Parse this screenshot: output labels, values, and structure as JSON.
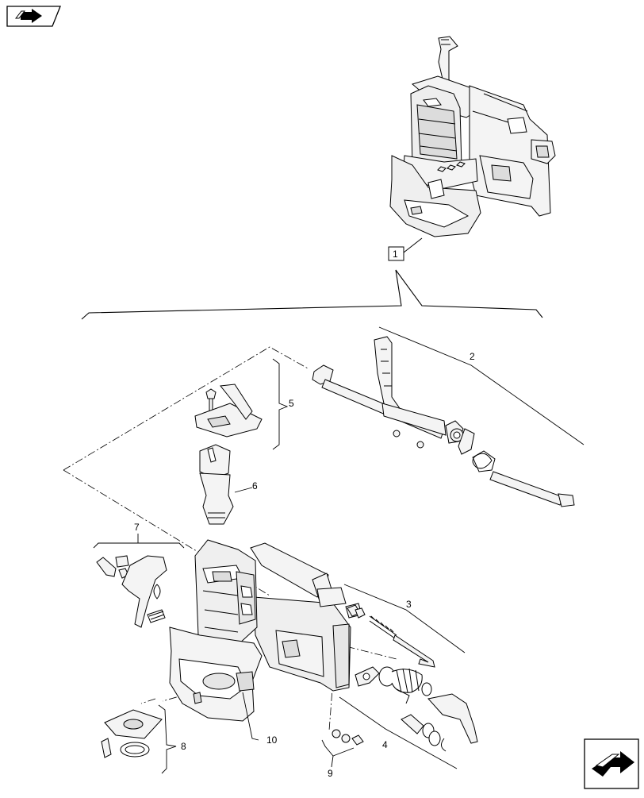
{
  "diagram": {
    "labels": {
      "main_assembly": "1",
      "part_2": "2",
      "part_3": "3",
      "part_4": "4",
      "part_5": "5",
      "part_6": "6",
      "part_7": "7",
      "part_8": "8",
      "part_9": "9",
      "part_10": "10"
    }
  },
  "navigation": {
    "top_icon": "book-arrow-icon",
    "bottom_icon": "next-page-arrow-icon"
  },
  "colors": {
    "line": "#000000",
    "background": "#ffffff",
    "part_fill": "#f2f2f2",
    "part_shade": "#d6d6d6"
  }
}
